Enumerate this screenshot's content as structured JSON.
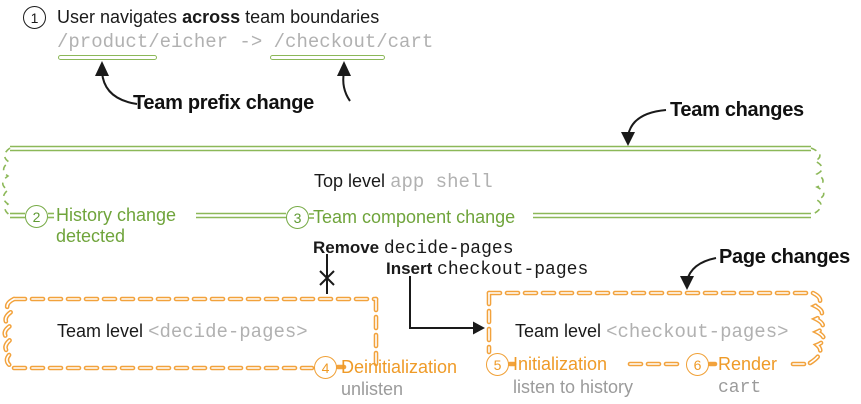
{
  "colors": {
    "green_line": "#8cb858",
    "green_text": "#6fa43b",
    "orange_line": "#f2a23c",
    "orange_text": "#ef9b28",
    "gray_code": "#b1b1b1",
    "gray_label": "#9b9b9b",
    "ink": "#1a1a1a"
  },
  "step1": {
    "number": "1",
    "title_pre": "User navigates ",
    "title_bold": "across",
    "title_post": " team boundaries",
    "route": "/product/eicher -> /checkout/cart",
    "annotation": "Team prefix change"
  },
  "team_changes_label": "Team changes",
  "page_changes_label": "Page changes",
  "top_box": {
    "title": "Top level",
    "code": "app shell",
    "step2": {
      "number": "2",
      "label_line1": "History change",
      "label_line2": "detected"
    },
    "step3": {
      "number": "3",
      "label": "Team component change"
    }
  },
  "transition": {
    "remove_bold": "Remove",
    "remove_code": "decide-pages",
    "insert_bold": "Insert",
    "insert_code": "checkout-pages"
  },
  "left_box": {
    "title": "Team level",
    "code": "<decide-pages>",
    "step4": {
      "number": "4",
      "label": "Deinitialization",
      "sublabel": "unlisten"
    }
  },
  "right_box": {
    "title": "Team level",
    "code": "<checkout-pages>",
    "step5": {
      "number": "5",
      "label": "Initialization",
      "sublabel": "listen to history"
    },
    "step6": {
      "number": "6",
      "label": "Render",
      "sublabel": "cart"
    }
  }
}
